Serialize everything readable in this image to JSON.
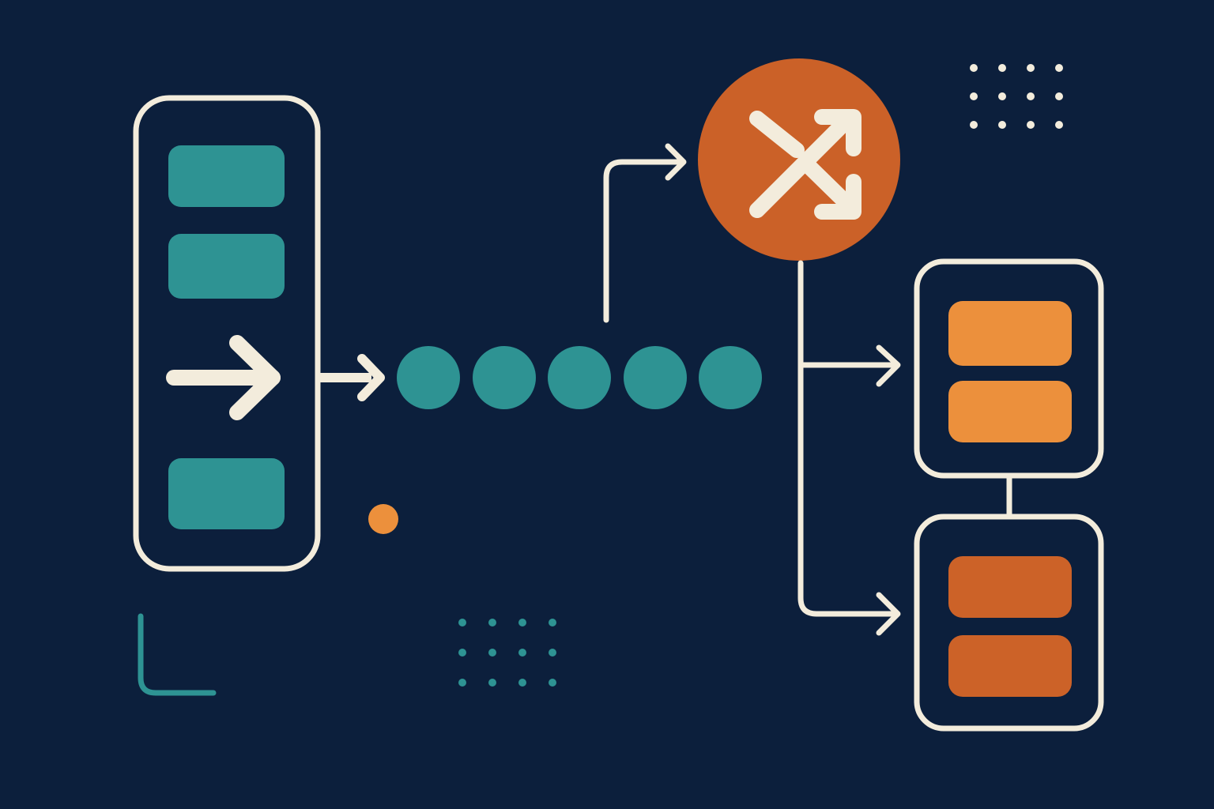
{
  "colors": {
    "background": "#0c1f3c",
    "outline": "#f3ecdc",
    "teal": "#2e9393",
    "orange_light": "#ec903c",
    "orange_dark": "#cc6228",
    "shuffle_node": "#cb6128"
  },
  "icons": {
    "input_arrow": "arrow-right-icon",
    "shuffle_node": "shuffle-icon"
  },
  "diagram": {
    "input_stack": {
      "blocks_above_arrow": 2,
      "blocks_below_arrow": 1
    },
    "queue": {
      "dot_count": 5
    },
    "output_groups": [
      {
        "color": "orange_light",
        "bars": 2
      },
      {
        "color": "orange_dark",
        "bars": 2
      }
    ],
    "decor_dot_grids": [
      {
        "color": "outline",
        "rows": 3,
        "cols": 4
      },
      {
        "color": "teal",
        "rows": 3,
        "cols": 4
      }
    ]
  }
}
